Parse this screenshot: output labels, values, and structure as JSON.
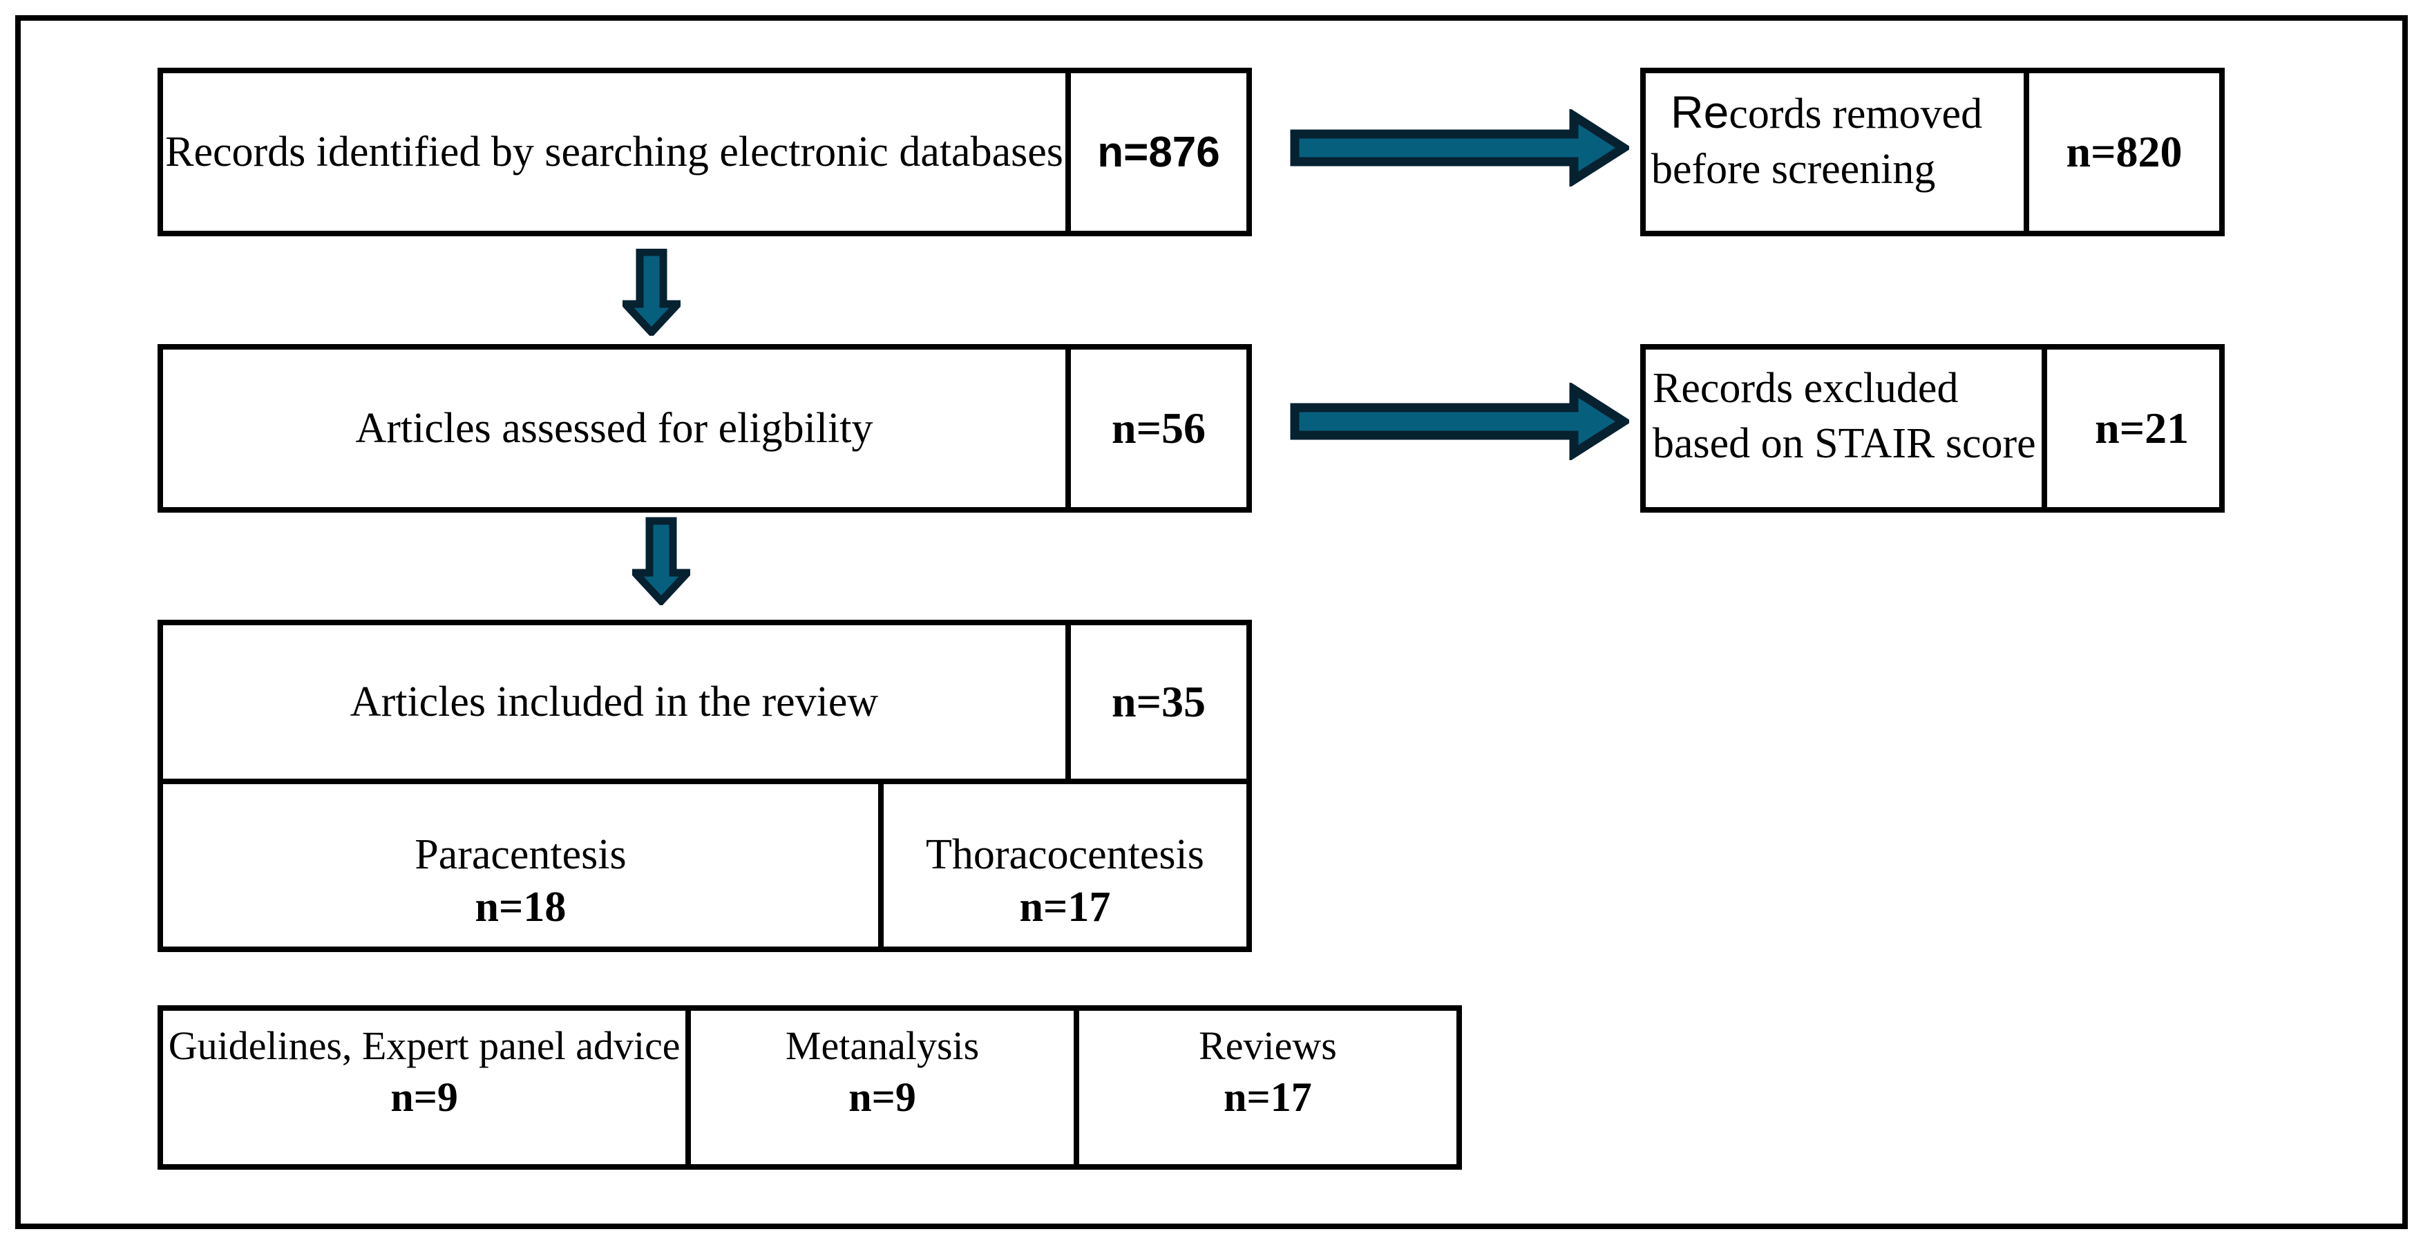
{
  "colors": {
    "arrow_fill": "#075F7E",
    "arrow_outline": "#062130",
    "border": "#000000",
    "background": "#FFFFFF"
  },
  "flow": {
    "identified": {
      "label": "Records identified by searching electronic databases",
      "count": "n=876"
    },
    "removed": {
      "line1_prefix": "Re",
      "line1_rest": "cords removed",
      "line2": "before screening",
      "count": "n=820"
    },
    "assessed": {
      "label": "Articles assessed for eligbility",
      "count": "n=56"
    },
    "excluded": {
      "line1": "Records excluded",
      "line2": "based on STAIR score",
      "count": "n=21"
    },
    "included": {
      "label": "Articles included in the review",
      "count": "n=35"
    },
    "split": [
      {
        "label": "Paracentesis",
        "count": "n=18"
      },
      {
        "label": "Thoracocentesis",
        "count": "n=17"
      }
    ],
    "categories": [
      {
        "label": "Guidelines, Expert panel advice",
        "count": "n=9"
      },
      {
        "label": "Metanalysis",
        "count": "n=9"
      },
      {
        "label": "Reviews",
        "count": "n=17"
      }
    ]
  }
}
